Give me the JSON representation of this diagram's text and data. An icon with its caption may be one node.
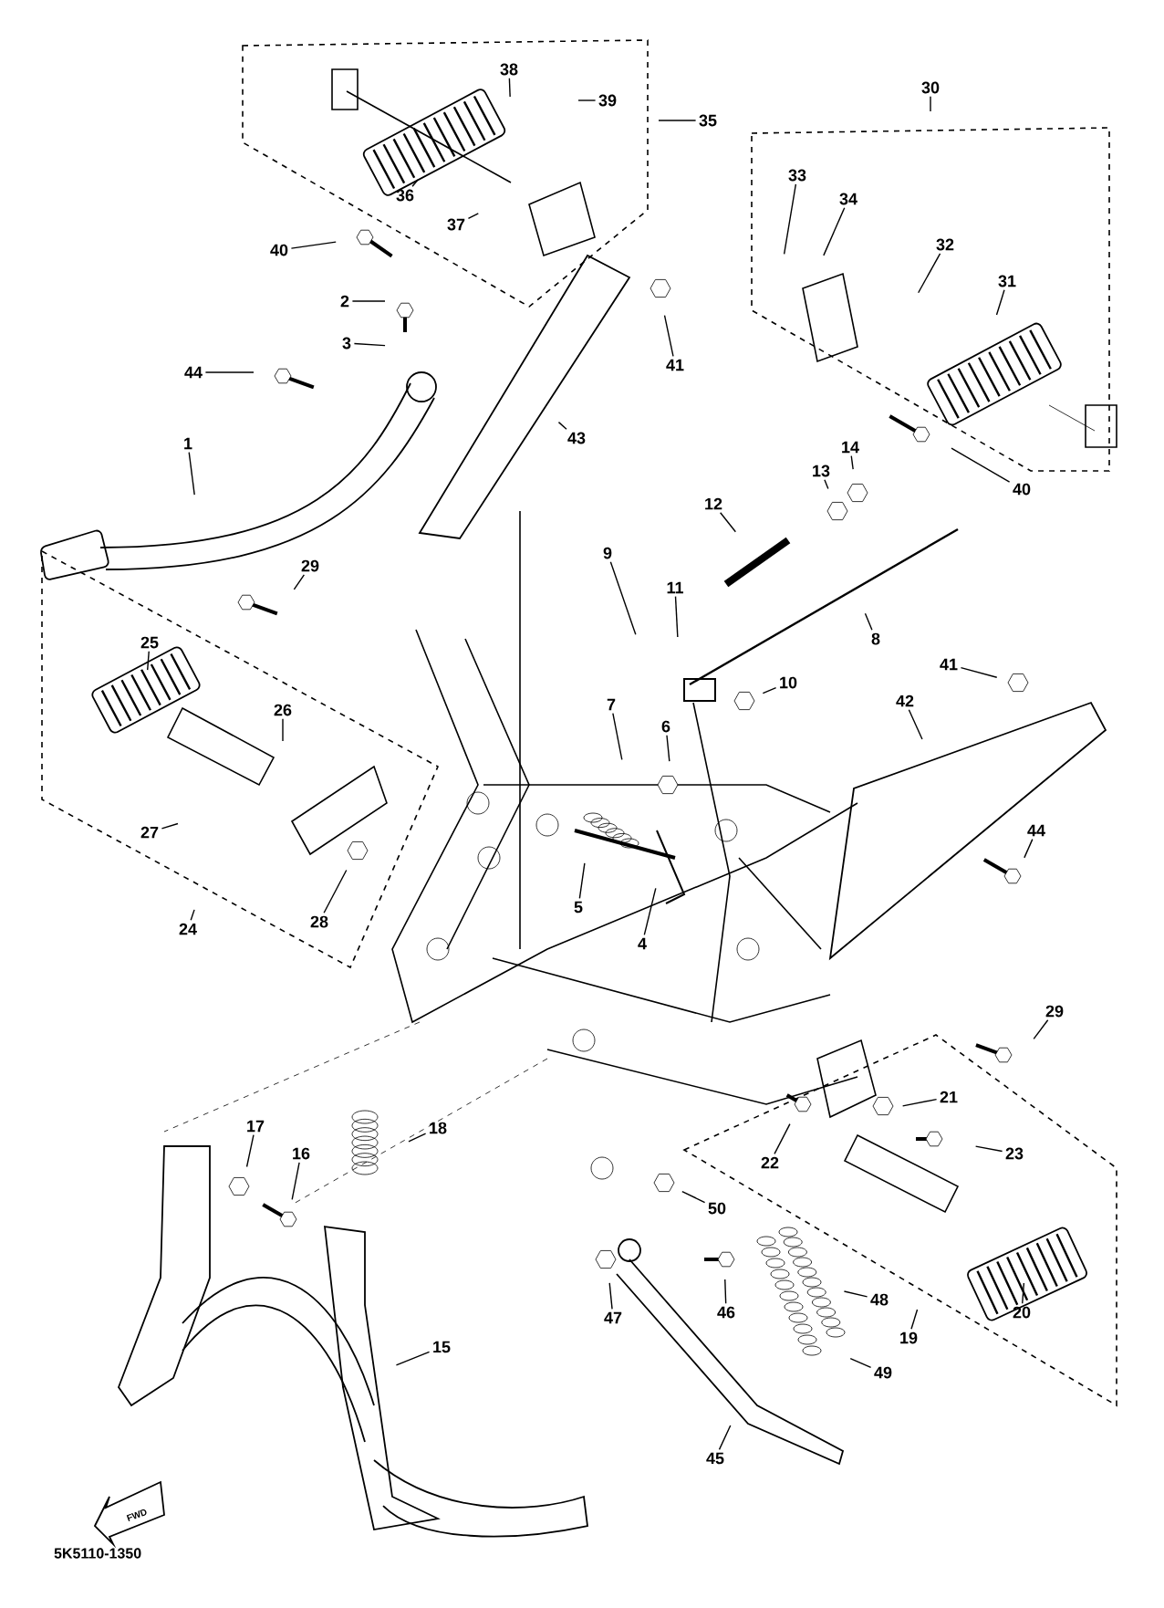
{
  "diagram": {
    "nodes": [
      {
        "text": [
          "38"
        ]
      },
      {
        "text": [
          "39"
        ]
      },
      {
        "text": [
          "35"
        ]
      },
      {
        "text": [
          "30"
        ]
      },
      {
        "text": [
          "36"
        ]
      },
      {
        "text": [
          "37"
        ]
      },
      {
        "text": [
          "40"
        ]
      },
      {
        "text": [
          "2"
        ]
      },
      {
        "text": [
          "33"
        ]
      },
      {
        "text": [
          "34"
        ]
      },
      {
        "text": [
          "3"
        ]
      },
      {
        "text": [
          "44"
        ]
      },
      {
        "text": [
          "32"
        ]
      },
      {
        "text": [
          "31"
        ]
      },
      {
        "text": [
          "41"
        ]
      },
      {
        "text": [
          "43"
        ]
      },
      {
        "text": [
          "1"
        ]
      },
      {
        "text": [
          "14"
        ]
      },
      {
        "text": [
          "13"
        ]
      },
      {
        "text": [
          "40"
        ]
      },
      {
        "text": [
          "12"
        ]
      },
      {
        "text": [
          "9"
        ]
      },
      {
        "text": [
          "29"
        ]
      },
      {
        "text": [
          "11"
        ]
      },
      {
        "text": [
          "8"
        ]
      },
      {
        "text": [
          "25"
        ]
      },
      {
        "text": [
          "41"
        ]
      },
      {
        "text": [
          "10"
        ]
      },
      {
        "text": [
          "42"
        ]
      },
      {
        "text": [
          "7"
        ]
      },
      {
        "text": [
          "26"
        ]
      },
      {
        "text": [
          "6"
        ]
      },
      {
        "text": [
          "44"
        ]
      },
      {
        "text": [
          "27"
        ]
      },
      {
        "text": [
          "5"
        ]
      },
      {
        "text": [
          "28"
        ]
      },
      {
        "text": [
          "24"
        ]
      },
      {
        "text": [
          "4"
        ]
      },
      {
        "text": [
          "29"
        ]
      },
      {
        "text": [
          "21"
        ]
      },
      {
        "text": [
          "17"
        ]
      },
      {
        "text": [
          "18"
        ]
      },
      {
        "text": [
          "16"
        ]
      },
      {
        "text": [
          "23"
        ]
      },
      {
        "text": [
          "22"
        ]
      },
      {
        "text": [
          "50"
        ]
      },
      {
        "text": [
          "46"
        ]
      },
      {
        "text": [
          "47"
        ]
      },
      {
        "text": [
          "20"
        ]
      },
      {
        "text": [
          "48"
        ]
      },
      {
        "text": [
          "19"
        ]
      },
      {
        "text": [
          "15"
        ]
      },
      {
        "text": [
          "49"
        ]
      },
      {
        "text": [
          "45"
        ]
      }
    ],
    "edges": [
      {
        "from": 0,
        "to": null,
        "arrow": "none"
      },
      {
        "from": 1,
        "to": null,
        "arrow": "none"
      },
      {
        "from": 2,
        "to": null,
        "arrow": "none"
      },
      {
        "from": 3,
        "to": null,
        "arrow": "none"
      },
      {
        "from": 4,
        "to": null,
        "arrow": "none"
      },
      {
        "from": 5,
        "to": null,
        "arrow": "none"
      },
      {
        "from": 6,
        "to": null,
        "arrow": "none"
      },
      {
        "from": 7,
        "to": null,
        "arrow": "none"
      },
      {
        "from": 8,
        "to": null,
        "arrow": "none"
      },
      {
        "from": 9,
        "to": null,
        "arrow": "none"
      },
      {
        "from": 10,
        "to": null,
        "arrow": "none"
      },
      {
        "from": 11,
        "to": null,
        "arrow": "none"
      },
      {
        "from": 12,
        "to": null,
        "arrow": "none"
      },
      {
        "from": 13,
        "to": null,
        "arrow": "none"
      },
      {
        "from": 14,
        "to": null,
        "arrow": "none"
      },
      {
        "from": 15,
        "to": null,
        "arrow": "none"
      },
      {
        "from": 16,
        "to": null,
        "arrow": "none"
      },
      {
        "from": 17,
        "to": null,
        "arrow": "none"
      },
      {
        "from": 18,
        "to": null,
        "arrow": "none"
      },
      {
        "from": 19,
        "to": null,
        "arrow": "none"
      },
      {
        "from": 20,
        "to": null,
        "arrow": "none"
      },
      {
        "from": 21,
        "to": null,
        "arrow": "none"
      },
      {
        "from": 22,
        "to": null,
        "arrow": "none"
      },
      {
        "from": 23,
        "to": null,
        "arrow": "none"
      },
      {
        "from": 24,
        "to": null,
        "arrow": "none"
      },
      {
        "from": 25,
        "to": null,
        "arrow": "none"
      },
      {
        "from": 26,
        "to": null,
        "arrow": "none"
      },
      {
        "from": 27,
        "to": null,
        "arrow": "none"
      },
      {
        "from": 28,
        "to": null,
        "arrow": "none"
      },
      {
        "from": 29,
        "to": null,
        "arrow": "none"
      },
      {
        "from": 30,
        "to": null,
        "arrow": "none"
      },
      {
        "from": 31,
        "to": null,
        "arrow": "none"
      },
      {
        "from": 32,
        "to": null,
        "arrow": "none"
      },
      {
        "from": 33,
        "to": null,
        "arrow": "none"
      },
      {
        "from": 34,
        "to": null,
        "arrow": "none"
      },
      {
        "from": 35,
        "to": null,
        "arrow": "none"
      },
      {
        "from": 36,
        "to": null,
        "arrow": "none"
      },
      {
        "from": 37,
        "to": null,
        "arrow": "none"
      },
      {
        "from": 38,
        "to": null,
        "arrow": "none"
      },
      {
        "from": 39,
        "to": null,
        "arrow": "none"
      },
      {
        "from": 40,
        "to": null,
        "arrow": "none"
      },
      {
        "from": 41,
        "to": null,
        "arrow": "none"
      },
      {
        "from": 42,
        "to": null,
        "arrow": "none"
      },
      {
        "from": 43,
        "to": null,
        "arrow": "none"
      },
      {
        "from": 44,
        "to": null,
        "arrow": "none"
      },
      {
        "from": 45,
        "to": null,
        "arrow": "none"
      },
      {
        "from": 46,
        "to": null,
        "arrow": "none"
      },
      {
        "from": 47,
        "to": null,
        "arrow": "none"
      },
      {
        "from": 48,
        "to": null,
        "arrow": "none"
      },
      {
        "from": 49,
        "to": null,
        "arrow": "none"
      },
      {
        "from": 50,
        "to": null,
        "arrow": "none"
      },
      {
        "from": 51,
        "to": null,
        "arrow": "none"
      },
      {
        "from": 52,
        "to": null,
        "arrow": "none"
      },
      {
        "from": 53,
        "to": null,
        "arrow": "none"
      }
    ],
    "labels": [
      "FWD",
      "5K5110-1350"
    ]
  }
}
